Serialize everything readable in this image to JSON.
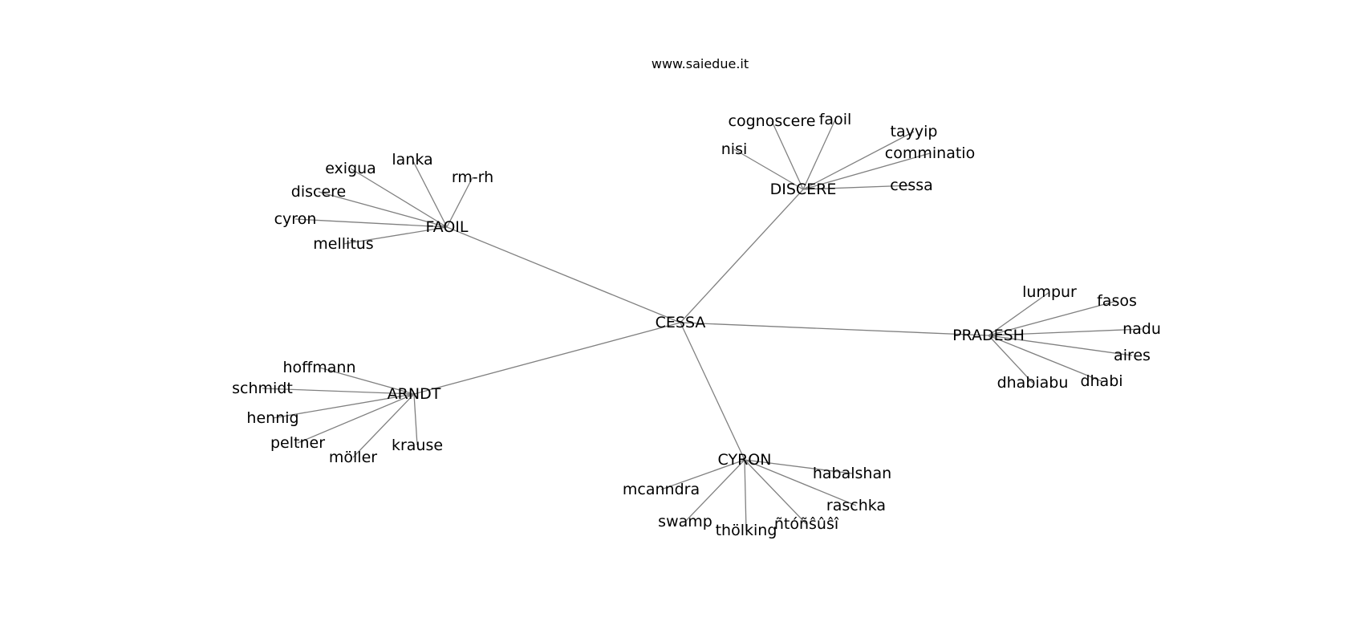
{
  "header": {
    "site": "www.saiedue.it"
  },
  "graph": {
    "root": {
      "label": "CESSA"
    },
    "hubs": [
      {
        "label": "FAOIL",
        "leaves": [
          "lanka",
          "rm-rh",
          "exigua",
          "discere",
          "cyron",
          "mellitus"
        ]
      },
      {
        "label": "DISCERE",
        "leaves": [
          "cognoscere",
          "faoil",
          "tayyip",
          "nisi",
          "comminatio",
          "cessa"
        ]
      },
      {
        "label": "PRADESH",
        "leaves": [
          "lumpur",
          "fasos",
          "nadu",
          "aires",
          "dhabiabu",
          "dhabi"
        ]
      },
      {
        "label": "CYRON",
        "leaves": [
          "habalshan",
          "mcanndra",
          "raschka",
          "swamp",
          "thölking",
          "ñtóñŝûŝî"
        ]
      },
      {
        "label": "ARNDT",
        "leaves": [
          "hoffmann",
          "schmidt",
          "hennig",
          "peltner",
          "möller",
          "krause"
        ]
      }
    ]
  }
}
